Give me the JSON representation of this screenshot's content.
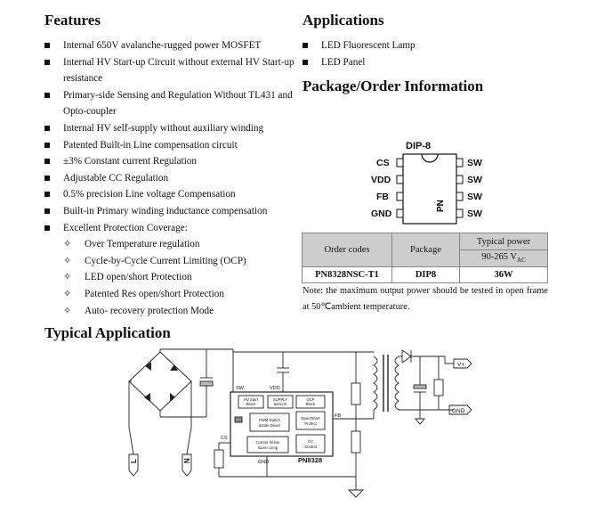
{
  "features": {
    "heading": "Features",
    "items": [
      "Internal 650V avalanche-rugged power MOSFET",
      "Internal HV Start-up Circuit without external HV Start-up resistance",
      "Primary-side Sensing and Regulation Without TL431 and Opto-coupler",
      "Internal HV self-supply without auxiliary winding",
      "Patented Built-in Line compensation circuit",
      "±3% Constant current Regulation",
      "Adjustable CC Regulation",
      "0.5% precision Line voltage Compensation",
      "Built-in Primary winding inductance compensation",
      "Excellent Protection Coverage:"
    ],
    "protection_items": [
      "Over Temperature regulation",
      "Cycle-by-Cycle Current Limiting (OCP)",
      "LED open/short Protection",
      "Patented Res open/short Protection",
      "Auto- recovery protection Mode"
    ]
  },
  "applications": {
    "heading": "Applications",
    "items": [
      "LED Fluorescent Lamp",
      "LED Panel"
    ]
  },
  "package": {
    "heading": "Package/Order Information",
    "package_name": "DIP-8",
    "left_pins": [
      "CS",
      "VDD",
      "FB",
      "GND"
    ],
    "right_pins": [
      "SW",
      "SW",
      "SW",
      "SW"
    ],
    "chip_mark": "PN"
  },
  "order_table": {
    "col_codes": "Order codes",
    "col_package": "Package",
    "col_power": "Typical power",
    "power_range": "90-265 V",
    "power_range_sub": "AC",
    "row": {
      "code": "PN8328NSC-T1",
      "package": "DIP8",
      "power": "36W"
    }
  },
  "note": "Note: the maximum output power should be tested in open frame at 50℃ambient temperature.",
  "typical": {
    "heading": "Typical Application",
    "labels": {
      "sw": "SW",
      "vdd": "VDD",
      "cs": "CS",
      "fb": "FB",
      "gnd": "GND",
      "chip": "PN8328",
      "vplus": "V+",
      "vgnd": "GND",
      "line": "L",
      "neutral": "N"
    },
    "blocks": {
      "hv_start": [
        "HV Start",
        "Block"
      ],
      "supply": [
        "SUPPLY",
        "&UVLO"
      ],
      "ocp": [
        "OCP",
        "Block"
      ],
      "pwm": [
        "PWM Switch",
        "&Gate Driver"
      ],
      "open": [
        "Open/Short",
        "Protect"
      ],
      "current_sense": [
        "Current Sense",
        "&Line comp"
      ],
      "cc": [
        "CC",
        "Control"
      ]
    }
  }
}
